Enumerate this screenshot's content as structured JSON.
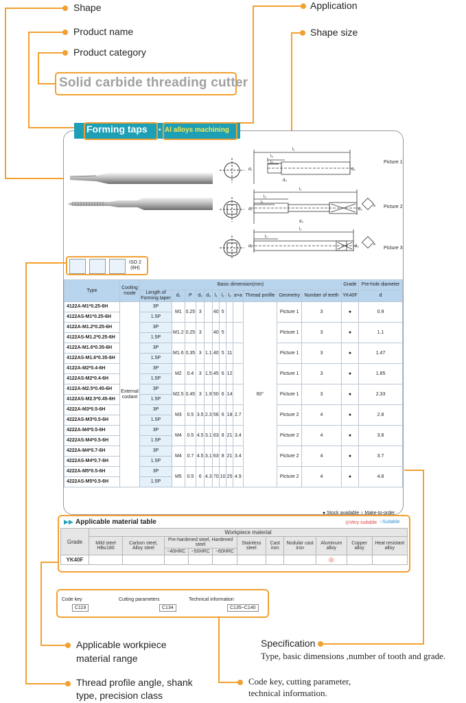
{
  "callouts": {
    "shape": "Shape",
    "product_name": "Product name",
    "product_category": "Product category",
    "application": "Application",
    "shape_size": "Shape size",
    "workpiece_range_1": "Applicable workpiece",
    "workpiece_range_2": "material range",
    "thread_profile_1": "Thread profile angle, shank",
    "thread_profile_2": "type, precision class",
    "specification": "Specification",
    "specification_desc": "Type, basic dimensions ,number of tooth and grade.",
    "codekey_1": "Code key, cutting parameter,",
    "codekey_2": "technical information."
  },
  "category": "Solid carbide threading cutter",
  "product_name": "Forming taps",
  "application": "Al alloys machining",
  "pictures": [
    "Picture 1",
    "Picture 2",
    "Picture 3"
  ],
  "dims": {
    "l1": "l₁",
    "l2": "l₂",
    "l3": "l₃",
    "d1": "d₁",
    "d2": "d₂",
    "d3": "d₃",
    "a": "a"
  },
  "iso": "ISO 2\n(6H)",
  "table": {
    "headers": {
      "type": "Type",
      "cooling": "Cooling mode",
      "basic": "Basic dimension(mm)",
      "grade": "Grade",
      "prehole": "Pre-hole diameter",
      "length_taper": "Length of Forming taper",
      "d1": "d₁",
      "p": "P",
      "d2": "d₂",
      "d3": "d₃",
      "l1": "l₁",
      "l2": "l₂",
      "l3": "l₃",
      "axa": "a×a",
      "thread_profile": "Thread profile",
      "geometry": "Geometry",
      "teeth": "Number of teeth",
      "grade_name": "YK40F",
      "d": "d"
    },
    "cooling": "External coolant",
    "thread_angle": "60°",
    "groups": [
      {
        "types": [
          "4122A-M1*0.25-6H",
          "4122AS-M1*0.25-6H"
        ],
        "taper": [
          "3P",
          "1.5P"
        ],
        "d1": "M1",
        "p": "0.25",
        "d2": "3",
        "d3": "",
        "l1": "40",
        "l2": "5",
        "l3": "",
        "axa": "",
        "geometry": "Picture 1",
        "teeth": "3",
        "grade": "●",
        "pre": "0.9"
      },
      {
        "types": [
          "4122A-M1.2*0.25-6H",
          "4122AS-M1.2*0.25-6H"
        ],
        "taper": [
          "3P",
          "1.5P"
        ],
        "d1": "M1.2",
        "p": "0.25",
        "d2": "3",
        "d3": "",
        "l1": "40",
        "l2": "5",
        "l3": "",
        "axa": "",
        "geometry": "Picture 1",
        "teeth": "3",
        "grade": "●",
        "pre": "1.1"
      },
      {
        "types": [
          "4122A-M1.6*0.35-6H",
          "4122AS-M1.6*0.35-6H"
        ],
        "taper": [
          "3P",
          "1.5P"
        ],
        "d1": "M1.6",
        "p": "0.35",
        "d2": "3",
        "d3": "1.1",
        "l1": "40",
        "l2": "5",
        "l3": "11",
        "axa": "",
        "geometry": "Picture 1",
        "teeth": "3",
        "grade": "●",
        "pre": "1.47"
      },
      {
        "types": [
          "4122A-M2*0.4-6H",
          "4122AS-M2*0.4-6H"
        ],
        "taper": [
          "3P",
          "1.5P"
        ],
        "d1": "M2",
        "p": "0.4",
        "d2": "3",
        "d3": "1.5",
        "l1": "45",
        "l2": "6",
        "l3": "12",
        "axa": "",
        "geometry": "Picture 1",
        "teeth": "3",
        "grade": "●",
        "pre": "1.85"
      },
      {
        "types": [
          "4122A-M2.5*0.45-6H",
          "4122AS-M2.5*0.45-6H"
        ],
        "taper": [
          "3P",
          "1.5P"
        ],
        "d1": "M2.5",
        "p": "0.45",
        "d2": "3",
        "d3": "1.9",
        "l1": "50",
        "l2": "6",
        "l3": "14",
        "axa": "",
        "geometry": "Picture 1",
        "teeth": "3",
        "grade": "●",
        "pre": "2.33"
      },
      {
        "types": [
          "4222A-M3*0.5-6H",
          "4222AS-M3*0.5-6H"
        ],
        "taper": [
          "3P",
          "1.5P"
        ],
        "d1": "M3",
        "p": "0.5",
        "d2": "3.5",
        "d3": "2.3",
        "l1": "56",
        "l2": "6",
        "l3": "18",
        "axa": "2.7",
        "geometry": "Picture 2",
        "teeth": "4",
        "grade": "●",
        "pre": "2.8"
      },
      {
        "types": [
          "4222A-M4*0.5-6H",
          "4222AS-M4*0.5-6H"
        ],
        "taper": [
          "3P",
          "1.5P"
        ],
        "d1": "M4",
        "p": "0.5",
        "d2": "4.5",
        "d3": "3.1",
        "l1": "63",
        "l2": "8",
        "l3": "21",
        "axa": "3.4",
        "geometry": "Picture 2",
        "teeth": "4",
        "grade": "●",
        "pre": "3.8"
      },
      {
        "types": [
          "4222A-M4*0.7-6H",
          "4222AS-M4*0.7-6H"
        ],
        "taper": [
          "3P",
          "1.5P"
        ],
        "d1": "M4",
        "p": "0.7",
        "d2": "4.5",
        "d3": "3.1",
        "l1": "63",
        "l2": "8",
        "l3": "21",
        "axa": "3.4",
        "geometry": "Picture 2",
        "teeth": "4",
        "grade": "●",
        "pre": "3.7"
      },
      {
        "types": [
          "4222A-M5*0.5-6H",
          "4222AS-M5*0.5-6H"
        ],
        "taper": [
          "3P",
          "1.5P"
        ],
        "d1": "M5",
        "p": "0.5",
        "d2": "6",
        "d3": "4.3",
        "l1": "70",
        "l2": "10",
        "l3": "25",
        "axa": "4.9",
        "geometry": "Picture 2",
        "teeth": "4",
        "grade": "●",
        "pre": "4.8"
      }
    ],
    "legend": "● Stock available  ○ Make-to-order"
  },
  "material": {
    "title": "Applicable material table",
    "legend_very": "◎Very suitable",
    "legend_suit": "○Suitable",
    "header_workpiece": "Workpiece material",
    "header_grade": "Grade",
    "mild": "Mild steel HB≤180",
    "carbon": "Carbon steel, Alloy steel",
    "prehard": "Pre-hardened steel, Hardened steel",
    "hrc40": "~40HRC",
    "hrc50": "~50HRC",
    "hrc60": "~60HRC",
    "stainless": "Stainless steel",
    "castiron": "Cast iron",
    "nodular": "Nodular cast iron",
    "aluminum": "Aluminum alloy",
    "copper": "Copper alloy",
    "heat": "Heat resistant alloy",
    "grade_row": "YK40F",
    "aluminum_mark": "◎"
  },
  "codes": {
    "code_key": "Code key",
    "code_key_val": "C119",
    "cutting": "Cutting parameters",
    "cutting_val": "C134",
    "tech": "Technical information",
    "tech_val": "C135~C140"
  }
}
